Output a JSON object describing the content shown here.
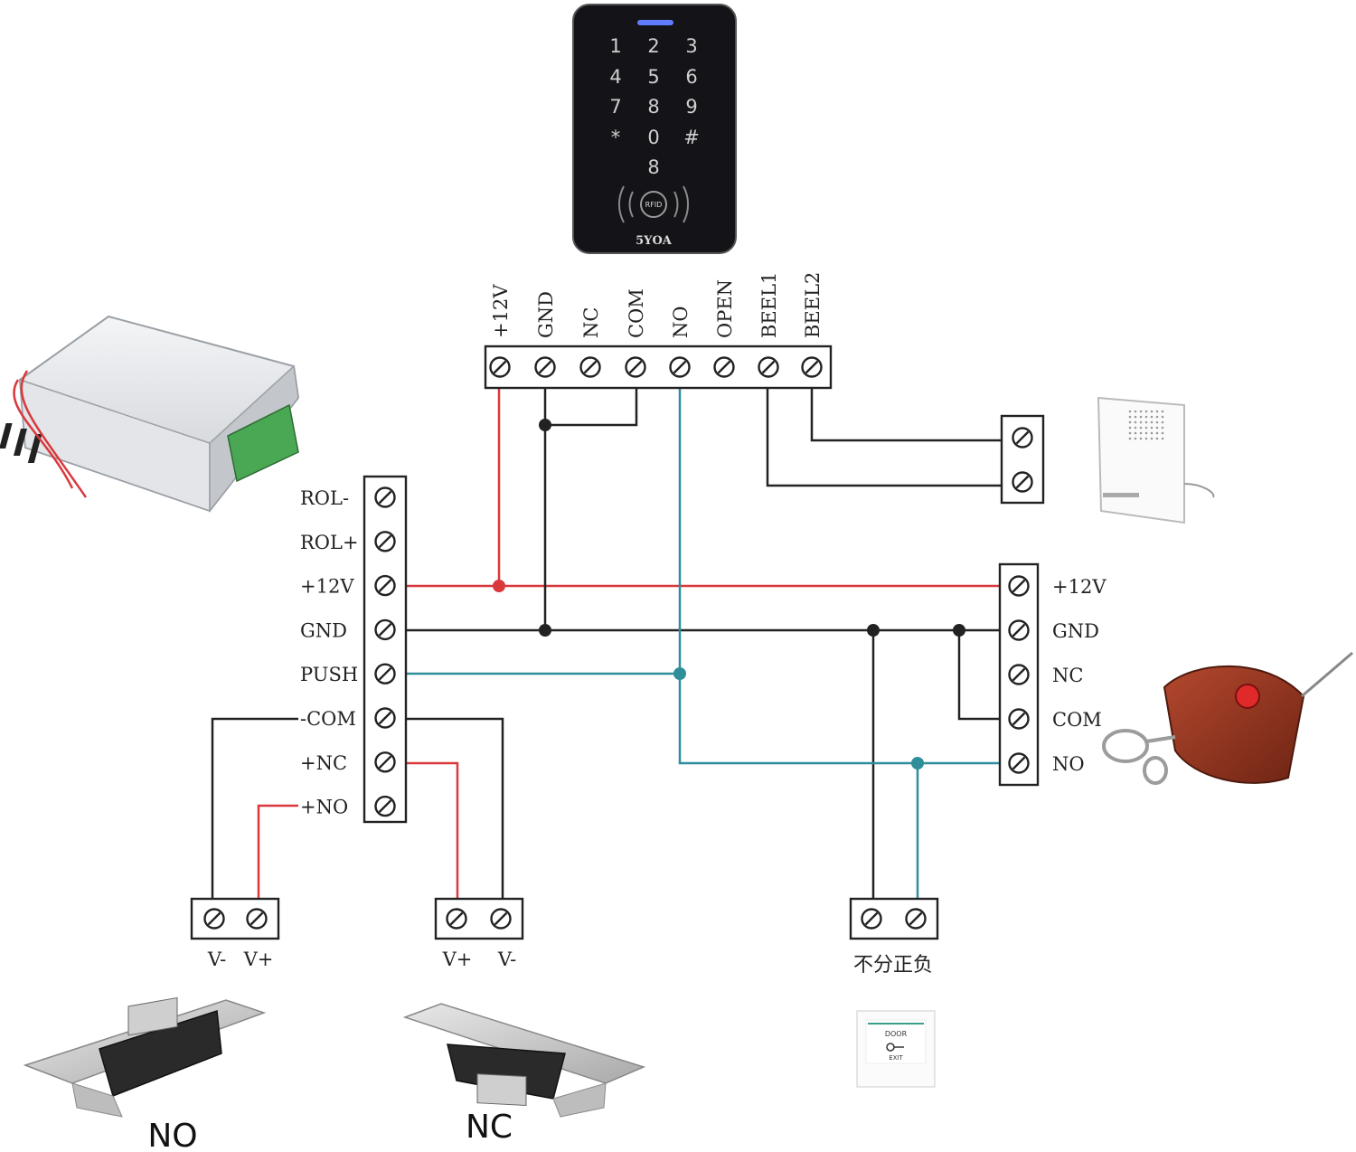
{
  "keypad": {
    "keys": [
      "1",
      "2",
      "3",
      "4",
      "5",
      "6",
      "7",
      "8",
      "9",
      "*",
      "0",
      "#",
      "8"
    ],
    "rfid_label": "RFID",
    "brand": "5YOA"
  },
  "controller_terminals": [
    "+12V",
    "GND",
    "NC",
    "COM",
    "NO",
    "OPEN",
    "BEEL1",
    "BEEL2"
  ],
  "power_supply_terminals": [
    "ROL-",
    "ROL+",
    "+12V",
    "GND",
    "PUSH",
    "-COM",
    "+NC",
    "+NO"
  ],
  "remote_receiver_terminals": [
    "+12V",
    "GND",
    "NC",
    "COM",
    "NO"
  ],
  "lock_no": {
    "terminals": [
      "V-",
      "V+"
    ],
    "caption": "NO"
  },
  "lock_nc": {
    "terminals": [
      "V+",
      "V-"
    ],
    "caption": "NC"
  },
  "exit_button": {
    "caption": "不分正负",
    "plate_text_top": "DOOR",
    "plate_text_bottom": "EXIT"
  },
  "colors": {
    "red": "#d9383c",
    "black": "#222222",
    "teal": "#2e8e9a"
  }
}
